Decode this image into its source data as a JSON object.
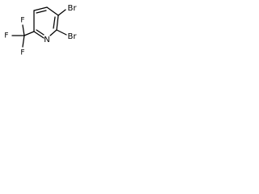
{
  "molecule": {
    "atoms": {
      "br_top": "Br",
      "br_right": "Br",
      "nitrogen": "N",
      "fluorine_top": "F",
      "fluorine_left": "F",
      "fluorine_bottom": "F"
    },
    "colors": {
      "bond": "#000000",
      "label": "#000000",
      "background": "#ffffff"
    }
  }
}
